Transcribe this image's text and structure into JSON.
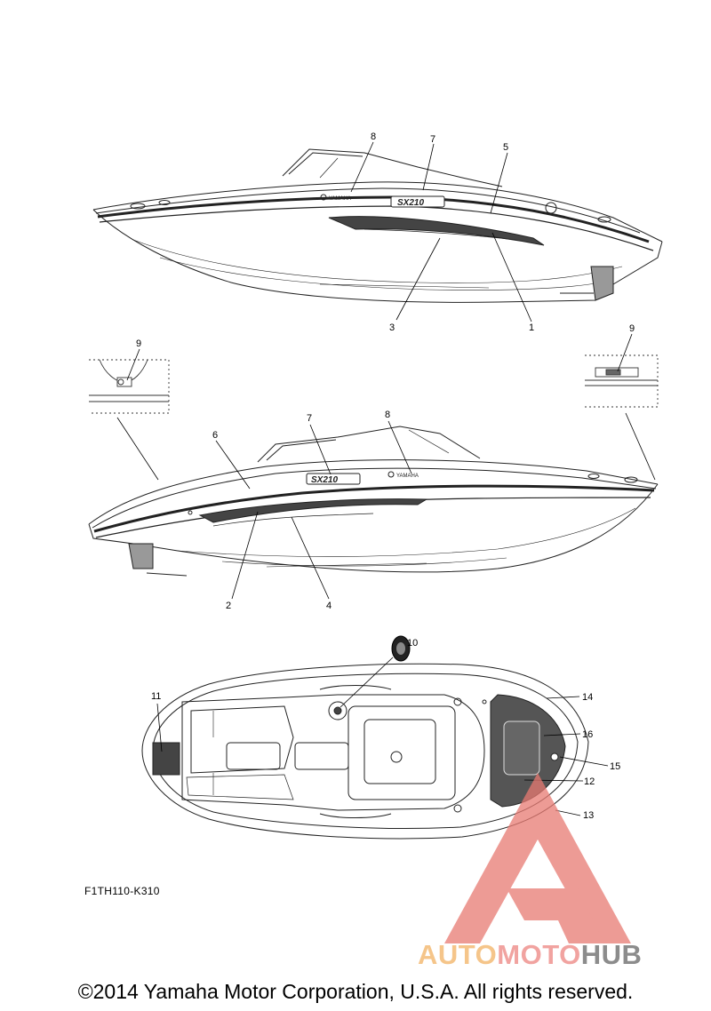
{
  "callouts": {
    "c1": "1",
    "c2": "2",
    "c3": "3",
    "c4": "4",
    "c5": "5",
    "c6": "6",
    "c7a": "7",
    "c7b": "7",
    "c8a": "8",
    "c8b": "8",
    "c9a": "9",
    "c9b": "9",
    "c10": "10",
    "c11": "11",
    "c12": "12",
    "c13": "13",
    "c14": "14",
    "c15": "15",
    "c16": "16"
  },
  "hull_text": {
    "model_badge": "SX210",
    "brand_badge": "YAMAHA"
  },
  "part_code": "F1TH110-K310",
  "watermark": {
    "part1": "AUTO",
    "part2": "MOTO",
    "part3": "HUB",
    "colors": {
      "auto": "#f5c58a",
      "moto": "#f1a3a0",
      "hub": "#8c8c8c",
      "logo": "#e87a72"
    }
  },
  "copyright": "©2014 Yamaha Motor Corporation, U.S.A. All rights reserved."
}
